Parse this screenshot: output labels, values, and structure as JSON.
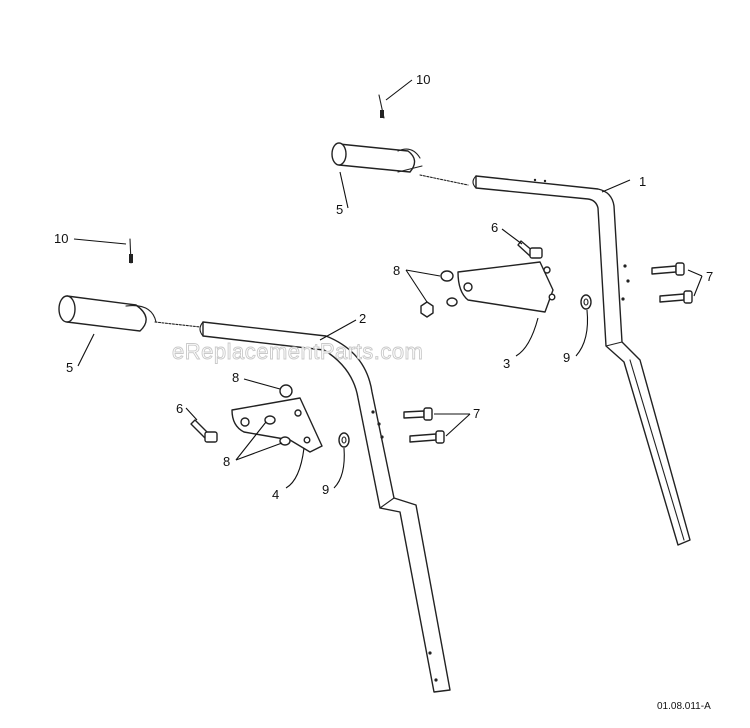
{
  "callouts": {
    "handle_upper": "1",
    "handle_lower": "2",
    "bracket_right": "3",
    "bracket_left": "4",
    "grip_upper": "5",
    "grip_lower": "5",
    "bolt_upper": "6",
    "bolt_lower": "6",
    "screws_upper": "7",
    "screws_lower": "7",
    "nuts_upper": "8",
    "nut_lower_top": "8",
    "nuts_lower": "8",
    "washer_upper": "9",
    "washer_lower": "9",
    "pin_upper": "10",
    "pin_lower": "10"
  },
  "watermark": "eReplacementParts.com",
  "diagram_code": "01.08.011-A"
}
